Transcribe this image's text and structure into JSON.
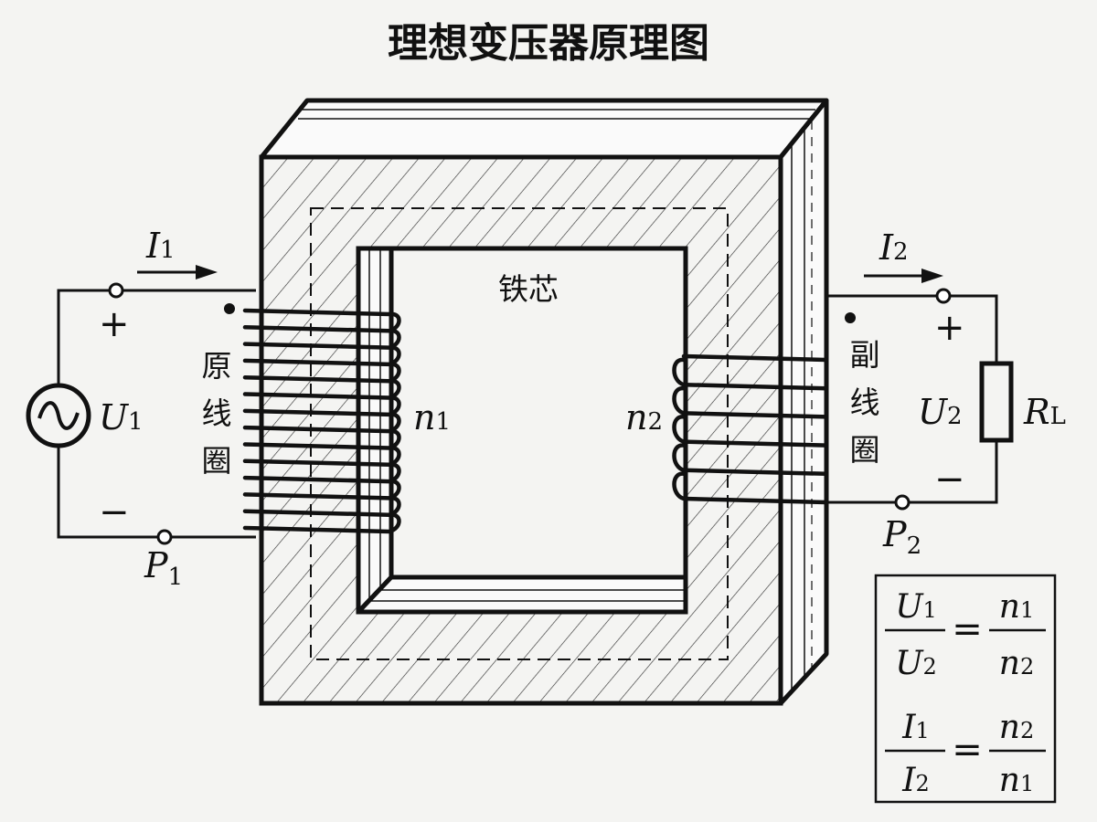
{
  "title": "理想变压器原理图",
  "core_label": "铁芯",
  "primary_coil_label": [
    "原",
    "线",
    "圈"
  ],
  "secondary_coil_label": [
    "副",
    "线",
    "圈"
  ],
  "symbols": {
    "I1": {
      "main": "I",
      "sub": "1"
    },
    "I2": {
      "main": "I",
      "sub": "2"
    },
    "U1": {
      "main": "U",
      "sub": "1"
    },
    "U2": {
      "main": "U",
      "sub": "2"
    },
    "n1": {
      "main": "n",
      "sub": "1"
    },
    "n2": {
      "main": "n",
      "sub": "2"
    },
    "P1": {
      "main": "P",
      "sub": "1"
    },
    "P2": {
      "main": "P",
      "sub": "2"
    },
    "RL": {
      "main": "R",
      "sub": "L"
    }
  },
  "plus": "+",
  "minus": "−",
  "equals": "=",
  "turns": {
    "primary": 14,
    "secondary": 6
  },
  "colors": {
    "background": "#f4f4f2",
    "ink": "#111111",
    "core_face": "#fafafa"
  }
}
